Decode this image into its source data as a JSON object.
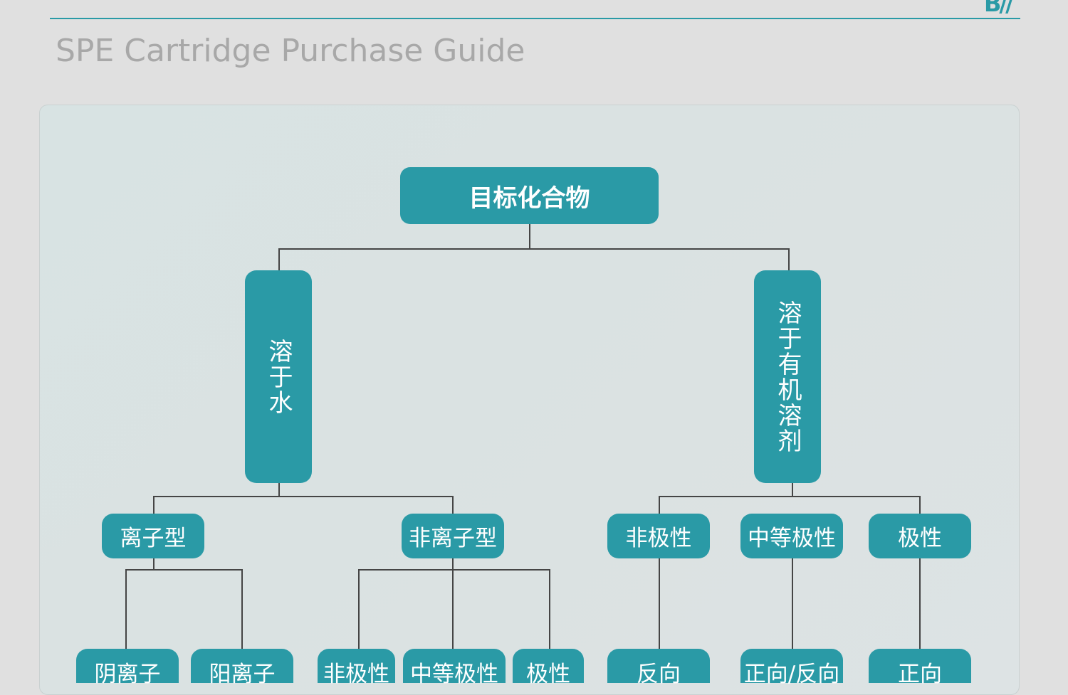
{
  "header": {
    "title": "SPE Cartridge Purchase Guide",
    "logo_text": "B//",
    "accent_color": "#2a9aa6"
  },
  "diagram": {
    "root": "目标化合物",
    "branches": [
      {
        "label": "溶于水",
        "groups": [
          {
            "label": "离子型",
            "leaves": [
              "阴离子",
              "阳离子"
            ]
          },
          {
            "label": "非离子型",
            "leaves": [
              "非极性",
              "中等极性",
              "极性"
            ]
          }
        ]
      },
      {
        "label": "溶于有机溶剂",
        "groups": [
          {
            "label": "非极性",
            "leaves": [
              "反向"
            ]
          },
          {
            "label": "中等极性",
            "leaves": [
              "正向/反向"
            ]
          },
          {
            "label": "极性",
            "leaves": [
              "正向"
            ]
          }
        ]
      }
    ]
  }
}
